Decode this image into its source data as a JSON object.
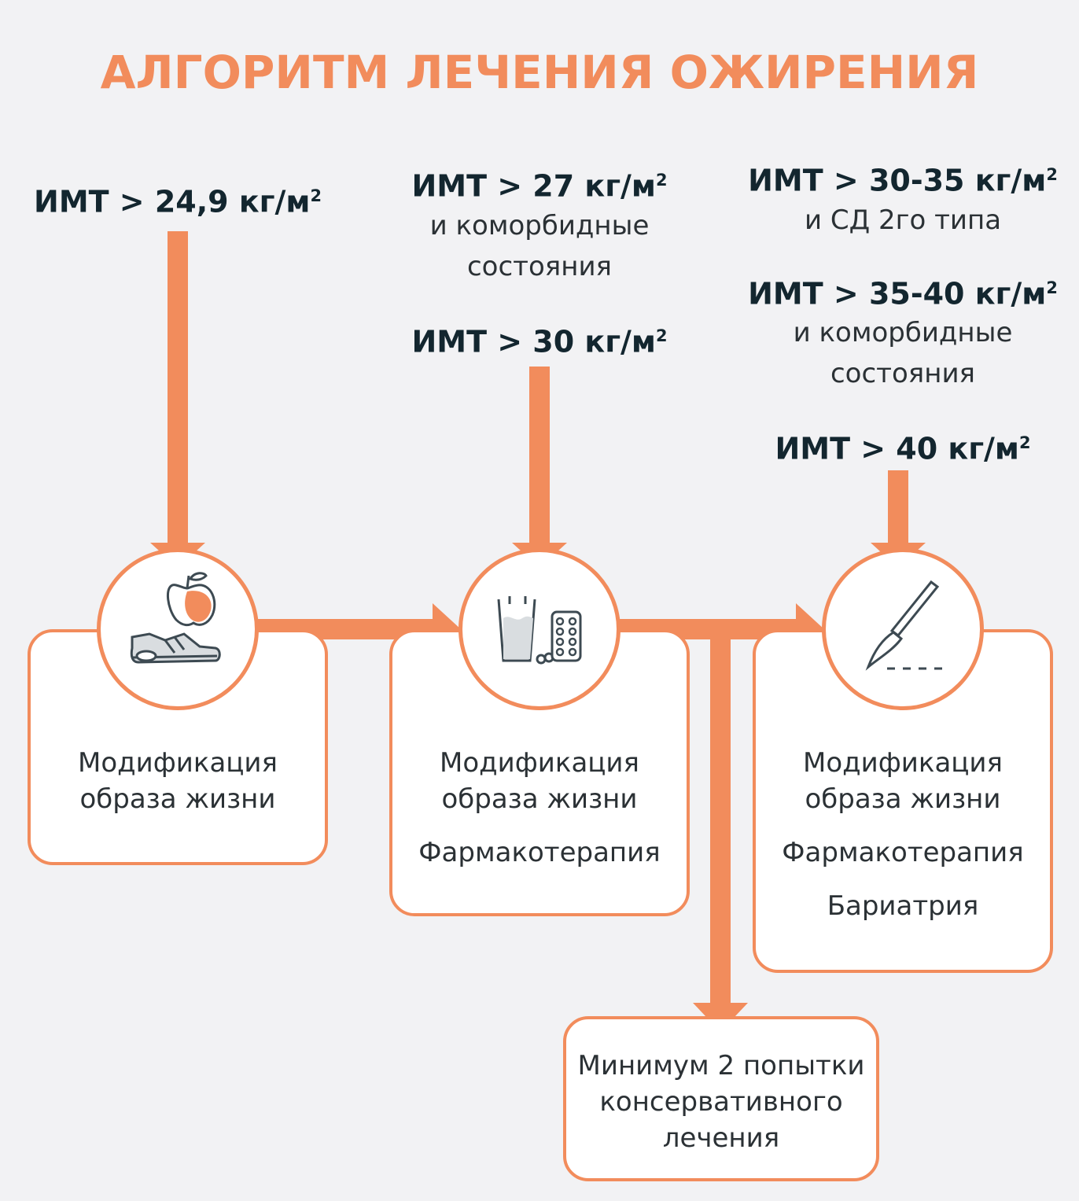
{
  "title": "АЛГОРИТМ ЛЕЧЕНИЯ ОЖИРЕНИЯ",
  "colors": {
    "accent": "#f28c5c",
    "dark": "#13262f",
    "background": "#f2f2f4"
  },
  "columns": [
    {
      "criteria": [
        {
          "bmi": "ИМТ > 24,9 кг/м",
          "sup": "2",
          "note": ""
        }
      ],
      "icon": "apple-and-sneaker-icon",
      "treatments": [
        "Модификация образа жизни"
      ]
    },
    {
      "criteria": [
        {
          "bmi": "ИМТ > 27 кг/м",
          "sup": "2",
          "note_line1": "и коморбидные",
          "note_line2": "состояния"
        },
        {
          "bmi": "ИМТ > 30 кг/м",
          "sup": "2"
        }
      ],
      "icon": "glass-and-pills-icon",
      "treatments": [
        "Модификация образа жизни",
        "Фармакотерапия"
      ]
    },
    {
      "criteria": [
        {
          "bmi": "ИМТ > 30-35 кг/м",
          "sup": "2",
          "note_line1": "и СД 2го типа"
        },
        {
          "bmi": "ИМТ > 35-40 кг/м",
          "sup": "2",
          "note_line1": "и коморбидные",
          "note_line2": "состояния"
        },
        {
          "bmi": "ИМТ > 40 кг/м",
          "sup": "2"
        }
      ],
      "icon": "scalpel-icon",
      "treatments": [
        "Модификация образа жизни",
        "Фармакотерапия",
        "Бариатрия"
      ]
    }
  ],
  "footnote_box": {
    "line1": "Минимум 2 попытки",
    "line2": "консервативного",
    "line3": "лечения"
  }
}
